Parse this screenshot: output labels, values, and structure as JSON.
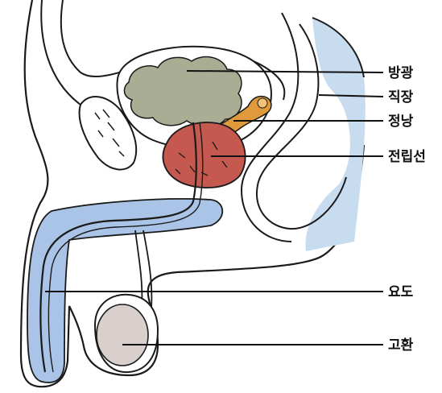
{
  "labels": {
    "bladder": "방광",
    "rectum": "직장",
    "seminal_vesicle": "정낭",
    "prostate": "전립선",
    "urethra": "요도",
    "testis": "고환"
  },
  "colors": {
    "bladder": "#a9ad93",
    "prostate": "#c5584f",
    "seminal_vesicle": "#e09a3c",
    "rectum": "#c8dcf0",
    "urethra": "#a9c4e6",
    "testis": "#d9cfcc",
    "outline": "#1a1a1a"
  }
}
